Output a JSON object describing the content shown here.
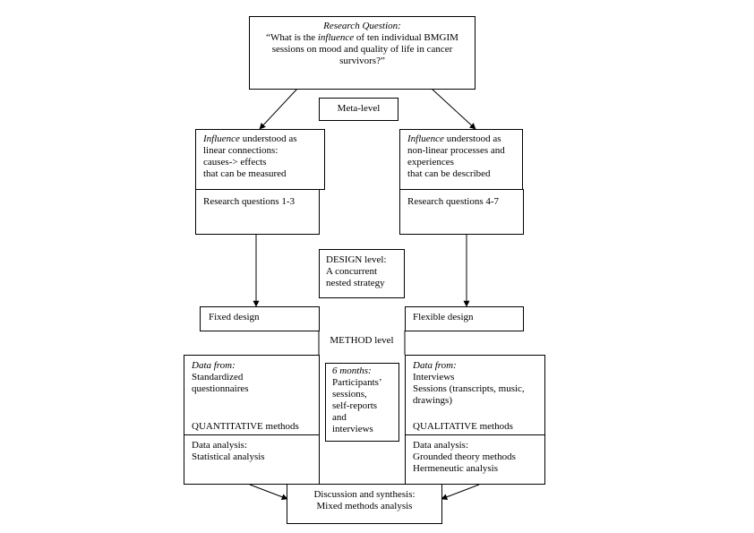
{
  "research_question": {
    "label": "Research Question:",
    "q_open": "“What is the ",
    "q_em": "influence",
    "q_rest": " of ten individual BMGIM",
    "line2": "sessions on mood and quality of life in cancer",
    "line3": "survivors?”"
  },
  "meta_level": "Meta-level",
  "left": {
    "influence_em": "Influence",
    "influence_rest": " understood as",
    "line2": "linear connections:",
    "line3": "causes-> effects",
    "line4": "that can be measured",
    "research_questions": "Research questions 1-3",
    "design": "Fixed design",
    "data_from": "Data from:",
    "data_line1": "Standardized",
    "data_line2": "questionnaires",
    "methods": "QUANTITATIVE methods",
    "analysis_title": "Data analysis:",
    "analysis_line1": "Statistical analysis"
  },
  "right": {
    "influence_em": "Influence",
    "influence_rest": " understood as",
    "line2": "non-linear processes and",
    "line3": "experiences",
    "line4": "that can be described",
    "research_questions": "Research questions 4-7",
    "design": "Flexible design",
    "data_from": "Data from:",
    "data_line1": "Interviews",
    "data_line2": "Sessions (transcripts, music,",
    "data_line3": "drawings)",
    "methods": "QUALITATIVE methods",
    "analysis_title": "Data analysis:",
    "analysis_line1": "Grounded theory methods",
    "analysis_line2": "Hermeneutic analysis"
  },
  "design_level": {
    "line1": "DESIGN level:",
    "line2": "A concurrent",
    "line3": "nested strategy"
  },
  "method_level": "METHOD level",
  "six_months": {
    "label": "6 months:",
    "line1": "Participants’",
    "line2": "sessions,",
    "line3": "self-reports",
    "line4": "and",
    "line5": "interviews"
  },
  "discussion": {
    "line1": "Discussion and synthesis:",
    "line2": "Mixed methods analysis"
  }
}
